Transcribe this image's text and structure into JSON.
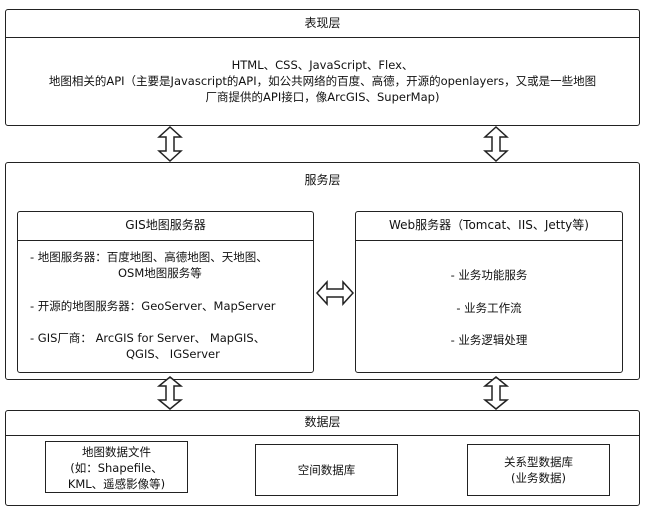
{
  "presentation_layer": {
    "title": "表现层",
    "lines": [
      "HTML、CSS、JavaScript、Flex、",
      "地图相关的API（主要是Javascript的API，如公共网络的百度、高德，开源的openlayers，又或是一些地图",
      "厂商提供的API接口，像ArcGIS、SuperMap)"
    ]
  },
  "service_layer": {
    "title": "服务层",
    "gis_server": {
      "title": "GIS地图服务器",
      "items": [
        {
          "lines": [
            "- 地图服务器：百度地图、高德地图、天地图、",
            "OSM地图服务等"
          ]
        },
        {
          "lines": [
            "- 开源的地图服务器：GeoServer、MapServer"
          ]
        },
        {
          "lines": [
            "- GIS厂商：   ArcGIS for Server、  MapGIS、",
            "QGIS、 IGServer"
          ]
        }
      ]
    },
    "web_server": {
      "title": "Web服务器（Tomcat、IIS、Jetty等)",
      "items": [
        "- 业务功能服务",
        "- 业务工作流",
        "- 业务逻辑处理"
      ]
    }
  },
  "data_layer": {
    "title": "数据层",
    "boxes": [
      {
        "lines": [
          "地图数据文件",
          "(如：Shapefile、",
          "KML、遥感影像等)"
        ]
      },
      {
        "lines": [
          "空间数据库"
        ]
      },
      {
        "lines": [
          "关系型数据库",
          "(业务数据)"
        ]
      }
    ]
  }
}
